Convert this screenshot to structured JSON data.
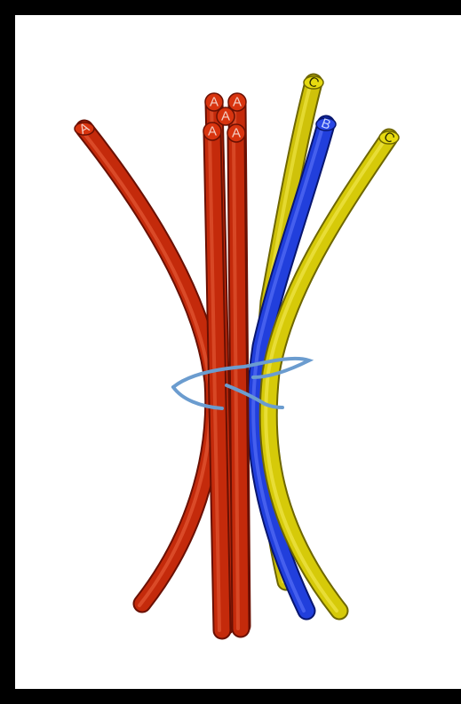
{
  "colors": {
    "background": "#000000",
    "panel": "#ffffff",
    "helix_a": "#c42a0b",
    "helix_b": "#1f3bd6",
    "helix_c": "#d8cc08",
    "loop": "#6b9ccf",
    "label_on_a": "#f4d0c6",
    "label_on_b": "#c9d6ff",
    "label_on_c": "#2a2a00"
  },
  "helices": [
    {
      "id": "a-left",
      "type": "A",
      "label": "A"
    },
    {
      "id": "a-top-left",
      "type": "A",
      "label": "A"
    },
    {
      "id": "a-top-right",
      "type": "A",
      "label": "A"
    },
    {
      "id": "a-middle",
      "type": "A",
      "label": "A"
    },
    {
      "id": "a-bottom-left",
      "type": "A",
      "label": "A"
    },
    {
      "id": "a-bottom-right",
      "type": "A",
      "label": "A"
    },
    {
      "id": "b",
      "type": "B",
      "label": "B"
    },
    {
      "id": "c-top",
      "type": "C",
      "label": "C"
    },
    {
      "id": "c-right",
      "type": "C",
      "label": "C"
    }
  ]
}
